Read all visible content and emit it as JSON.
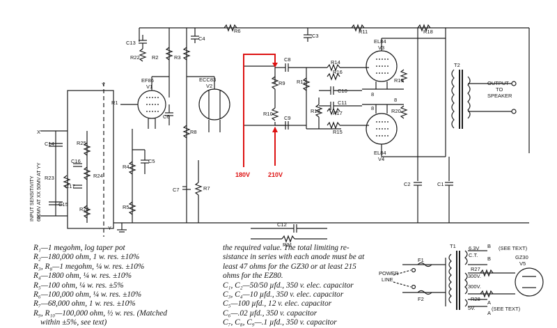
{
  "schematic": {
    "tubes": [
      {
        "type": "EF86",
        "designator": "V1"
      },
      {
        "type": "ECC83",
        "designator": "V2"
      },
      {
        "type": "EL84",
        "designator": "V3"
      },
      {
        "type": "EL84",
        "designator": "V4"
      },
      {
        "type": "GZ30",
        "designator": "V5"
      }
    ],
    "resistors": [
      "R1",
      "R2",
      "R3",
      "R4",
      "R5",
      "R6",
      "R7",
      "R8",
      "R9",
      "R10",
      "R11",
      "R12",
      "R13",
      "R14",
      "R15",
      "R16",
      "R17",
      "R18",
      "R19",
      "R20",
      "R21",
      "R22",
      "R23",
      "R24",
      "R25",
      "R26",
      "R27",
      "R28"
    ],
    "capacitors": [
      "C1",
      "C2",
      "C3",
      "C4",
      "C5",
      "C6",
      "C7",
      "C8",
      "C9",
      "C10",
      "C11",
      "C12",
      "C13",
      "C14",
      "C15",
      "C16",
      "C17"
    ],
    "transformers": [
      "T1",
      "T2"
    ],
    "fuses": [
      "F1",
      "F2"
    ],
    "letters": {
      "x": "X",
      "y": "Y"
    },
    "input_label_1": "INPUT SENSITIVITY",
    "input_label_2": "600MV AT XX  50MV AT YY",
    "output_label_1": "OUTPUT",
    "output_label_2": "TO",
    "output_label_3": "SPEAKER",
    "power_label_1": "POWER",
    "power_label_2": "LINE",
    "see_text_1": "(SEE TEXT)",
    "see_text_2": "(SEE TEXT)",
    "secondary_labels": [
      "6.3V",
      "C.T.",
      "300V.",
      "300V.",
      "5V."
    ],
    "terminal_labels": [
      "B",
      "B",
      "A",
      "A"
    ],
    "pin_labels": [
      "8",
      "8",
      "8"
    ],
    "annotation_180": "180V",
    "annotation_210": "210V",
    "annotation_color": "#dd1111"
  },
  "parts_list_left": [
    "R₁—1 megohm, log taper pot",
    "R₂—180,000 ohm, 1 w. res. ±10%",
    "R₃, R₈—1 megohm, ¼ w. res. ±10%",
    "R₄—1800 ohm, ¼ w. res. ±10%",
    "R₅—100 ohm, ¼ w. res. ±5%",
    "R₆—100,000 ohm, ¼ w. res. ±10%",
    "R₇—68,000 ohm, 1 w. res. ±10%",
    "R₉, R₁₀—100,000 ohm, ½ w. res. (Matched",
    "within ±5%, see text)"
  ],
  "parts_list_right": [
    "the required value. The total limiting re-",
    "sistance in series with each anode must be at",
    "least 47 ohms for the GZ30 or at least 215",
    "ohms for the EZ80.",
    "C₁, C₂—50/50 µfd., 350 v. elec. capacitor",
    "C₃, C₄—10 µfd., 350 v. elec. capacitor",
    "C₅—100 µfd., 12 v. elec. capacitor",
    "C₆—.02 µfd., 350 v. capacitor",
    "C₇, C₈, C₉—.1 µfd., 350 v. capacitor"
  ]
}
